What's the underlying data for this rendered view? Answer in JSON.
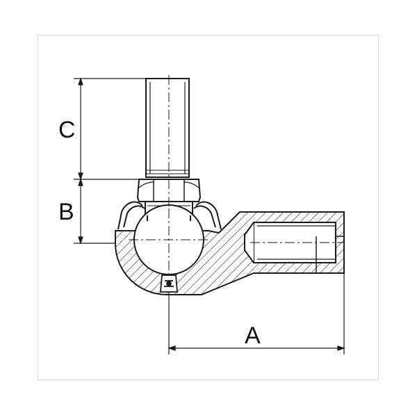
{
  "dimensions": {
    "a_label": "A",
    "b_label": "B",
    "c_label": "C"
  },
  "colors": {
    "line": "#1a1a1a",
    "hatch": "#2a2a2a",
    "border": "#d9d9d9",
    "background": "#ffffff"
  }
}
